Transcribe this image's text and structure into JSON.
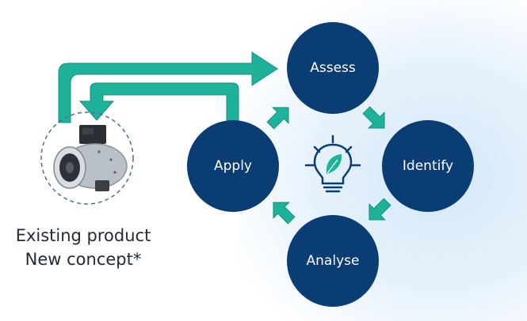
{
  "steps": {
    "assess": "Assess",
    "identify": "Identify",
    "analyse": "Analyse",
    "apply": "Apply"
  },
  "product_caption": {
    "line1": "Existing product",
    "line2": "New concept*"
  },
  "icons": [
    "lightbulb-leaf-icon",
    "fan-product-image",
    "cycle-arrow-icon",
    "loop-arrow-icon"
  ],
  "colors": {
    "node": "#0b3d75",
    "arrow": "#1fb29b",
    "arrow_outline": "#15907d",
    "text_on_node": "#ffffff",
    "caption": "#222a33",
    "dashed_circle": "#4a6f9a",
    "lightbulb": "#0b3d75",
    "leaf": "#1fb29b"
  }
}
